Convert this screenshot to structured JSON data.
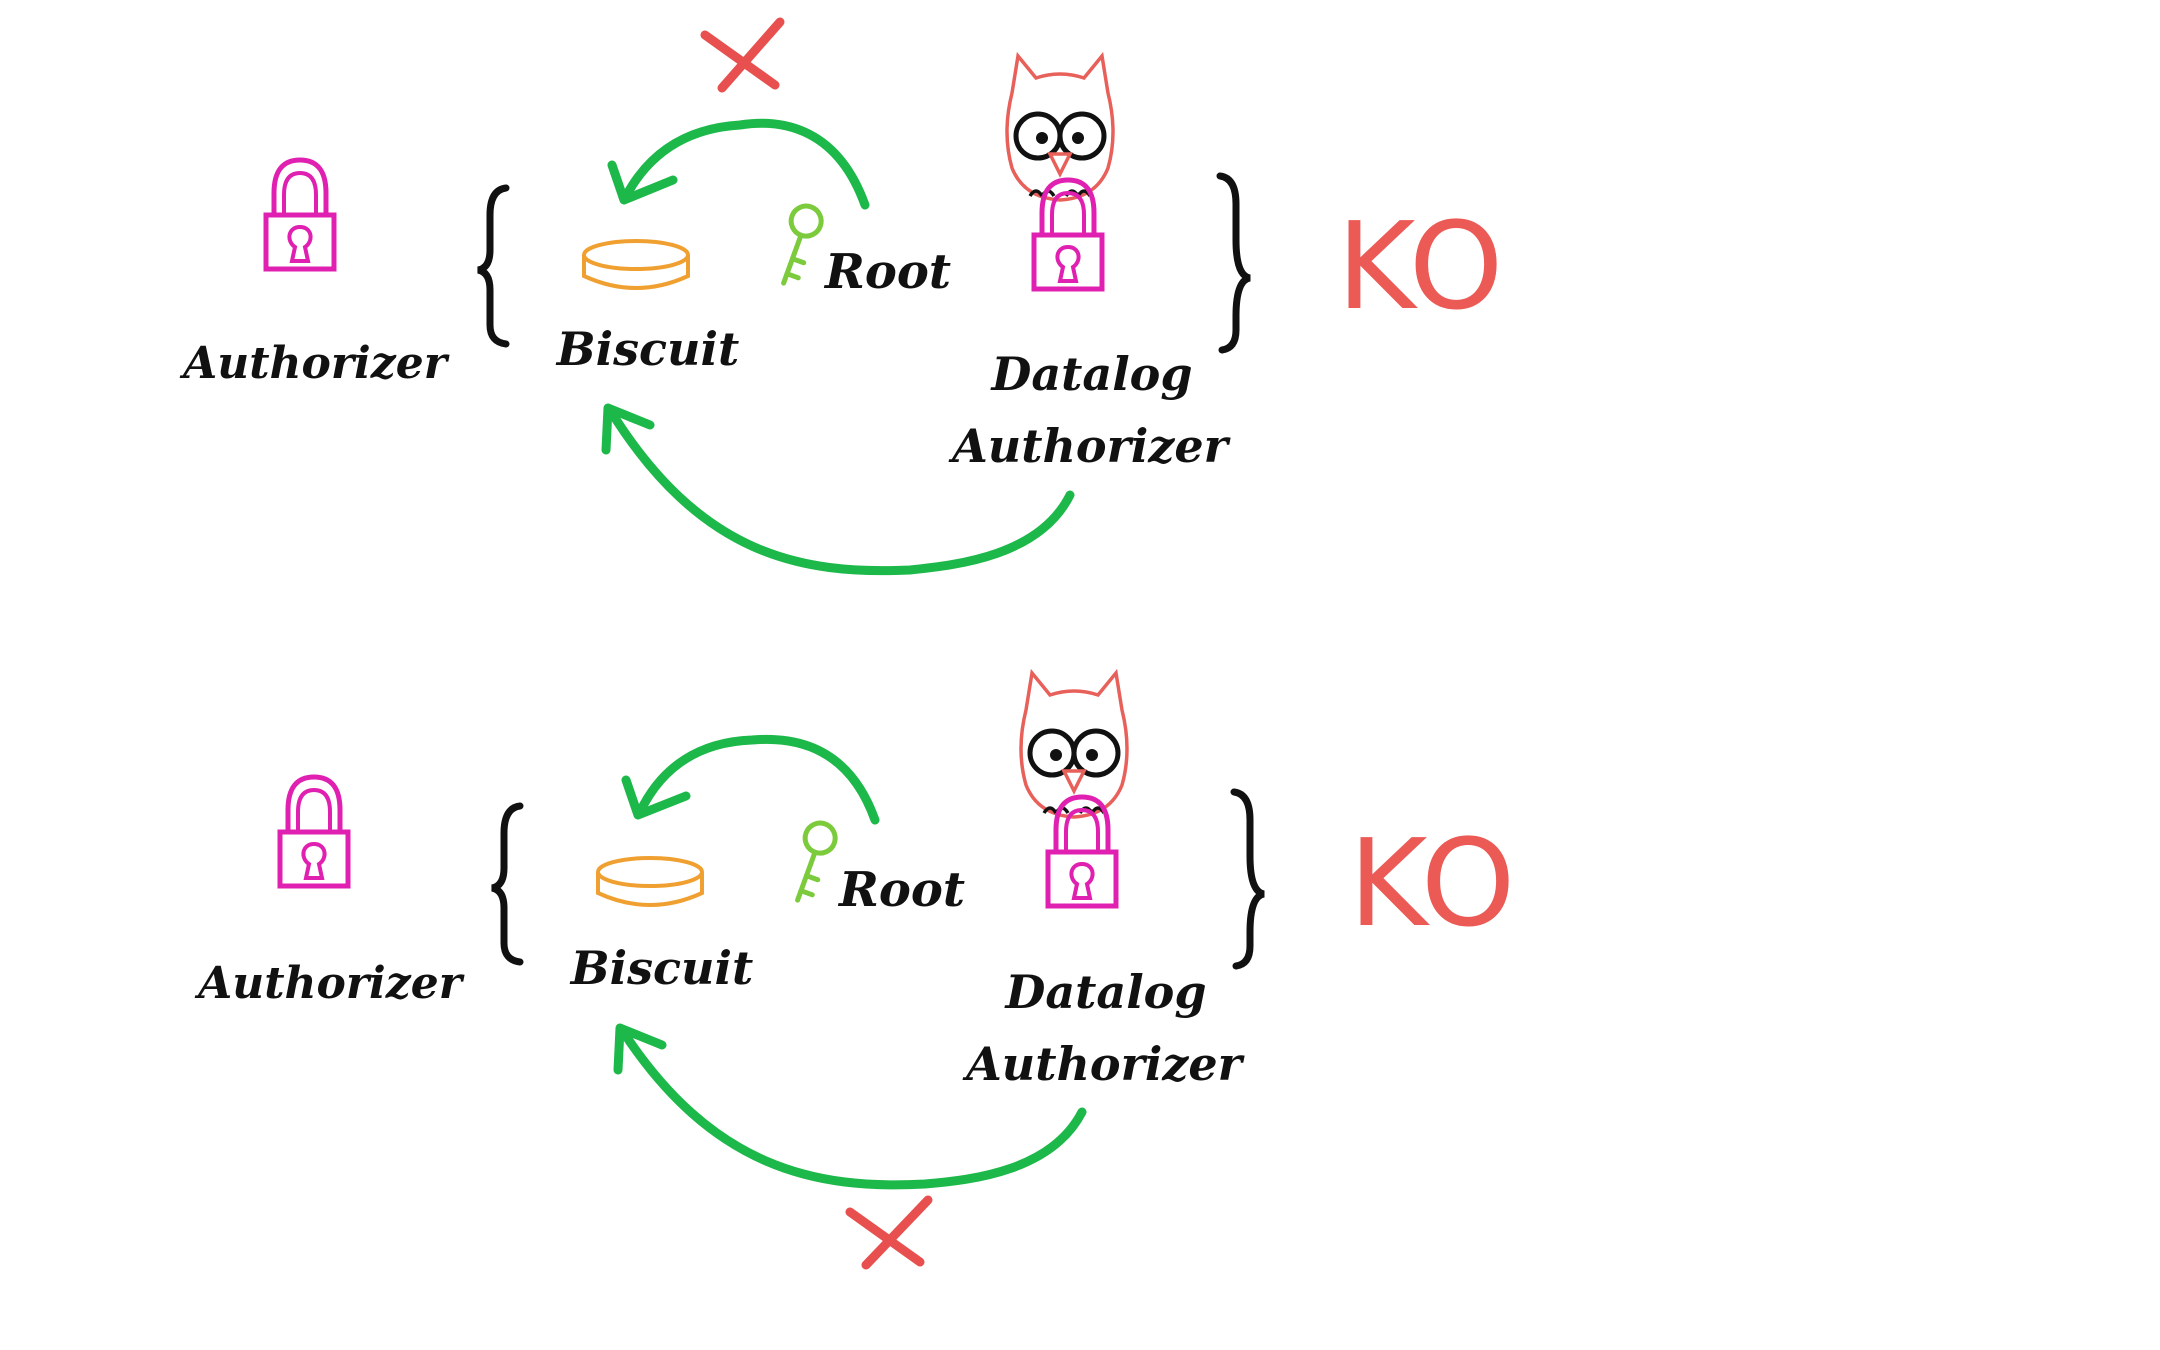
{
  "colors": {
    "background": "#ffffff",
    "lock": "#e020b0",
    "owl": "#e8605a",
    "cross": "#e8504f",
    "arrow": "#1db84a",
    "key": "#7ccb3c",
    "biscuit": "#f0a030",
    "text": "#111111",
    "ko": "#ec5a55"
  },
  "icons": [
    "padlock-icon",
    "biscuit-icon",
    "key-icon",
    "owl-icon",
    "cross-icon",
    "arrow-icon",
    "brace-icon"
  ],
  "scenarios": [
    {
      "authorizer_label": "Authorizer",
      "biscuit_label": "Biscuit",
      "root_label": "Root",
      "datalog_label_line1": "Datalog",
      "datalog_label_line2": "Authorizer",
      "result": "KO",
      "rejected_path": "root-key-signature"
    },
    {
      "authorizer_label": "Authorizer",
      "biscuit_label": "Biscuit",
      "root_label": "Root",
      "datalog_label_line1": "Datalog",
      "datalog_label_line2": "Authorizer",
      "result": "KO",
      "rejected_path": "datalog-authorization"
    }
  ]
}
